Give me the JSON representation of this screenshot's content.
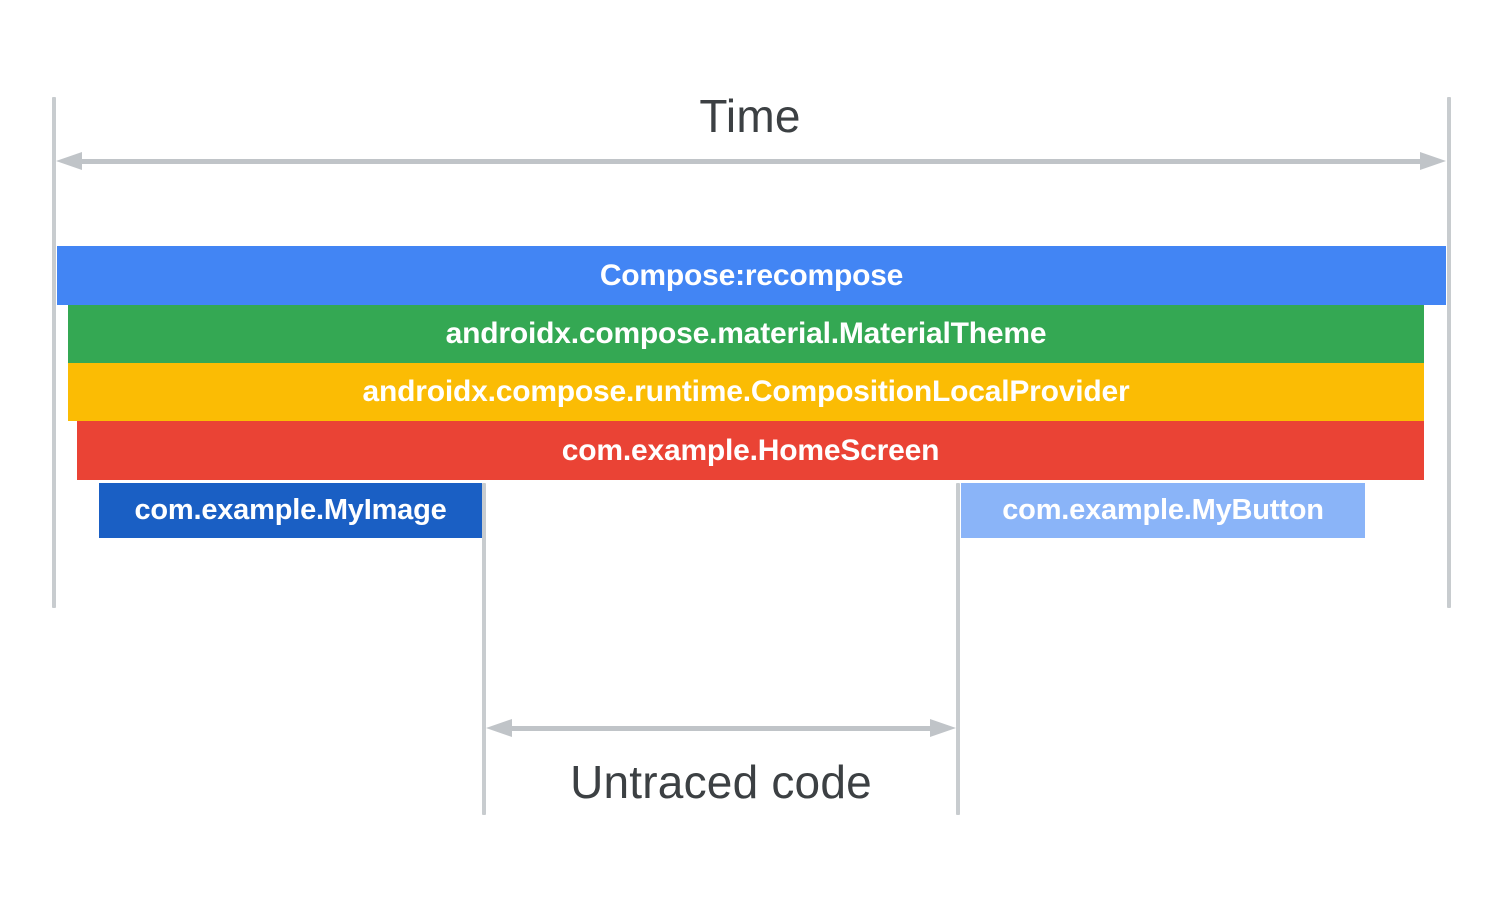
{
  "diagram": {
    "title_axis": "Time",
    "untraced_axis": "Untraced code",
    "background": "#FFFFFF",
    "guide_color": "#C8CCCF",
    "arrow_color": "#C0C4C8",
    "axis_text_color": "#3C4043"
  },
  "arrows": [
    {
      "name": "time-arrow",
      "label": "Time",
      "direction": "both"
    },
    {
      "name": "untraced-arrow",
      "label": "Untraced code",
      "direction": "both"
    }
  ],
  "trace_bars": [
    {
      "id": "compose-recompose",
      "label": "Compose:recompose",
      "color": "#4285F4",
      "depth": 0
    },
    {
      "id": "material-theme",
      "label": "androidx.compose.material.MaterialTheme",
      "color": "#34A853",
      "depth": 1
    },
    {
      "id": "composition-local-provider",
      "label": "androidx.compose.runtime.CompositionLocalProvider",
      "color": "#FBBC04",
      "depth": 2
    },
    {
      "id": "home-screen",
      "label": "com.example.HomeScreen",
      "color": "#EA4335",
      "depth": 3
    },
    {
      "id": "my-image",
      "label": "com.example.MyImage",
      "color": "#1A5FC4",
      "depth": 4
    },
    {
      "id": "my-button",
      "label": "com.example.MyButton",
      "color": "#8AB4F8",
      "depth": 4
    }
  ]
}
